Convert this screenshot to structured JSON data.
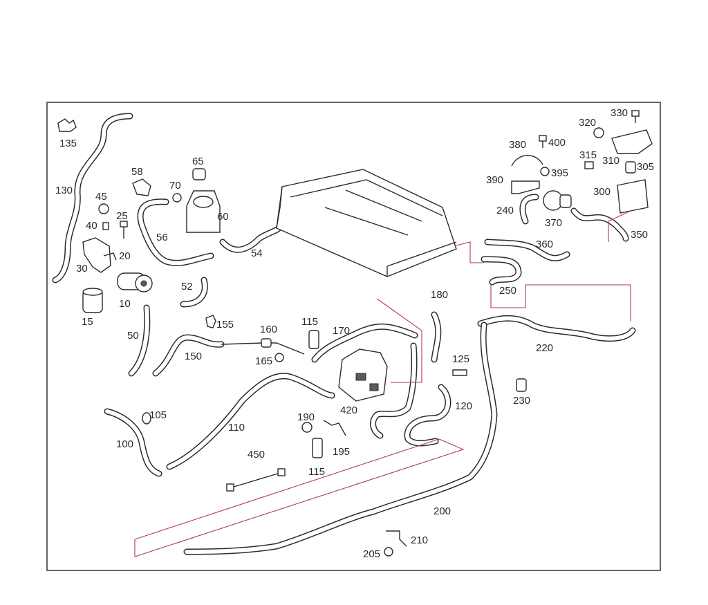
{
  "labels": {
    "p10": "10",
    "p15": "15",
    "p20": "20",
    "p25": "25",
    "p30": "30",
    "p40": "40",
    "p45": "45",
    "p50": "50",
    "p52": "52",
    "p54": "54",
    "p56": "56",
    "p58": "58",
    "p60": "60",
    "p65": "65",
    "p70": "70",
    "p100": "100",
    "p105": "105",
    "p110": "110",
    "p115a": "115",
    "p115b": "115",
    "p120": "120",
    "p125": "125",
    "p130": "130",
    "p135": "135",
    "p150": "150",
    "p155": "155",
    "p160": "160",
    "p165": "165",
    "p170": "170",
    "p180": "180",
    "p190": "190",
    "p195": "195",
    "p200": "200",
    "p205": "205",
    "p210": "210",
    "p220": "220",
    "p230": "230",
    "p240": "240",
    "p250": "250",
    "p300": "300",
    "p305": "305",
    "p310": "310",
    "p315": "315",
    "p320": "320",
    "p330": "330",
    "p350": "350",
    "p360": "360",
    "p370": "370",
    "p380": "380",
    "p390": "390",
    "p395": "395",
    "p400": "400",
    "p420": "420",
    "p450": "450"
  },
  "colors": {
    "frame": "#4a3a3a",
    "leader": "#b23a4a",
    "line": "#2b2b2b"
  }
}
